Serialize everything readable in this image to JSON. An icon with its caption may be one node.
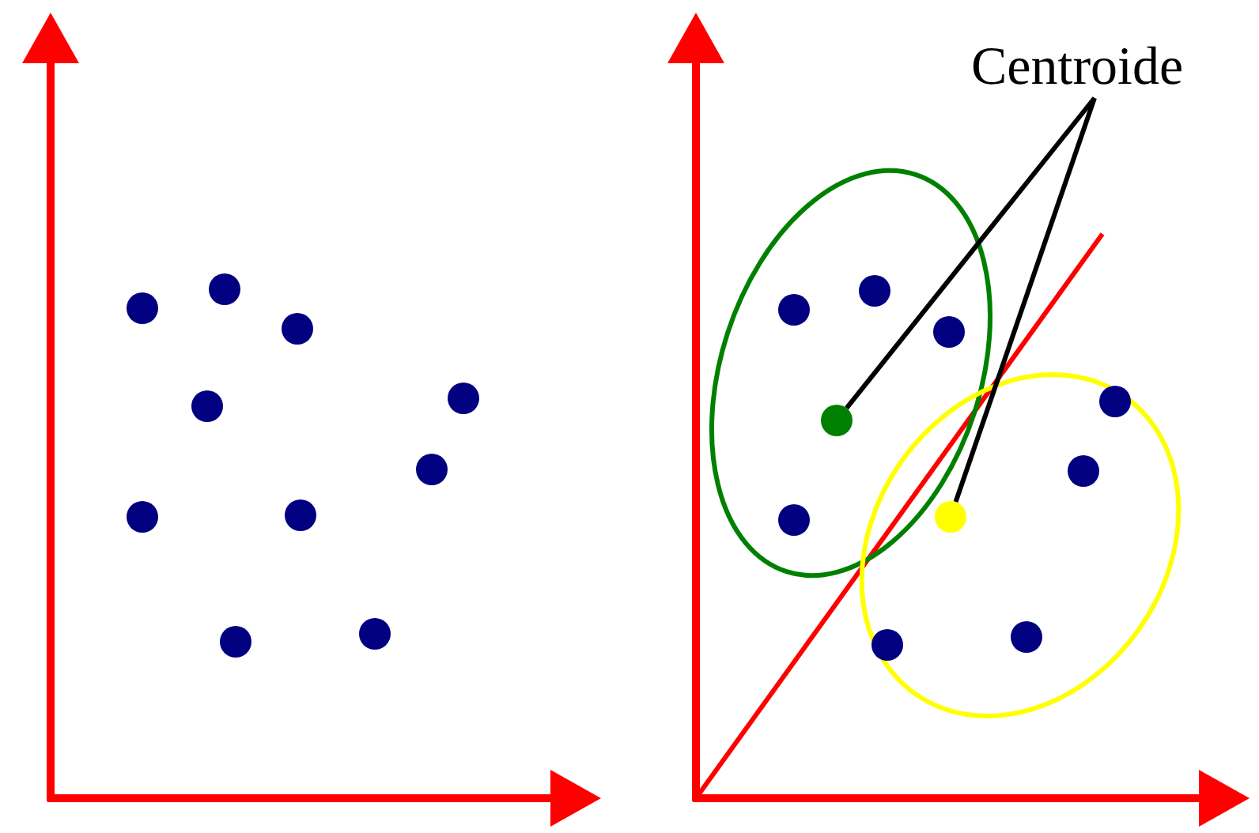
{
  "diagram": {
    "nodes": [
      {
        "text": [
          "Centroide"
        ]
      },
      {
        "text": [],
        "shape": "circle"
      },
      {
        "text": [],
        "shape": "circle"
      }
    ],
    "edges": [
      {
        "from": 0,
        "to": 1,
        "arrow": "none"
      },
      {
        "from": 0,
        "to": 2,
        "arrow": "none"
      }
    ]
  }
}
